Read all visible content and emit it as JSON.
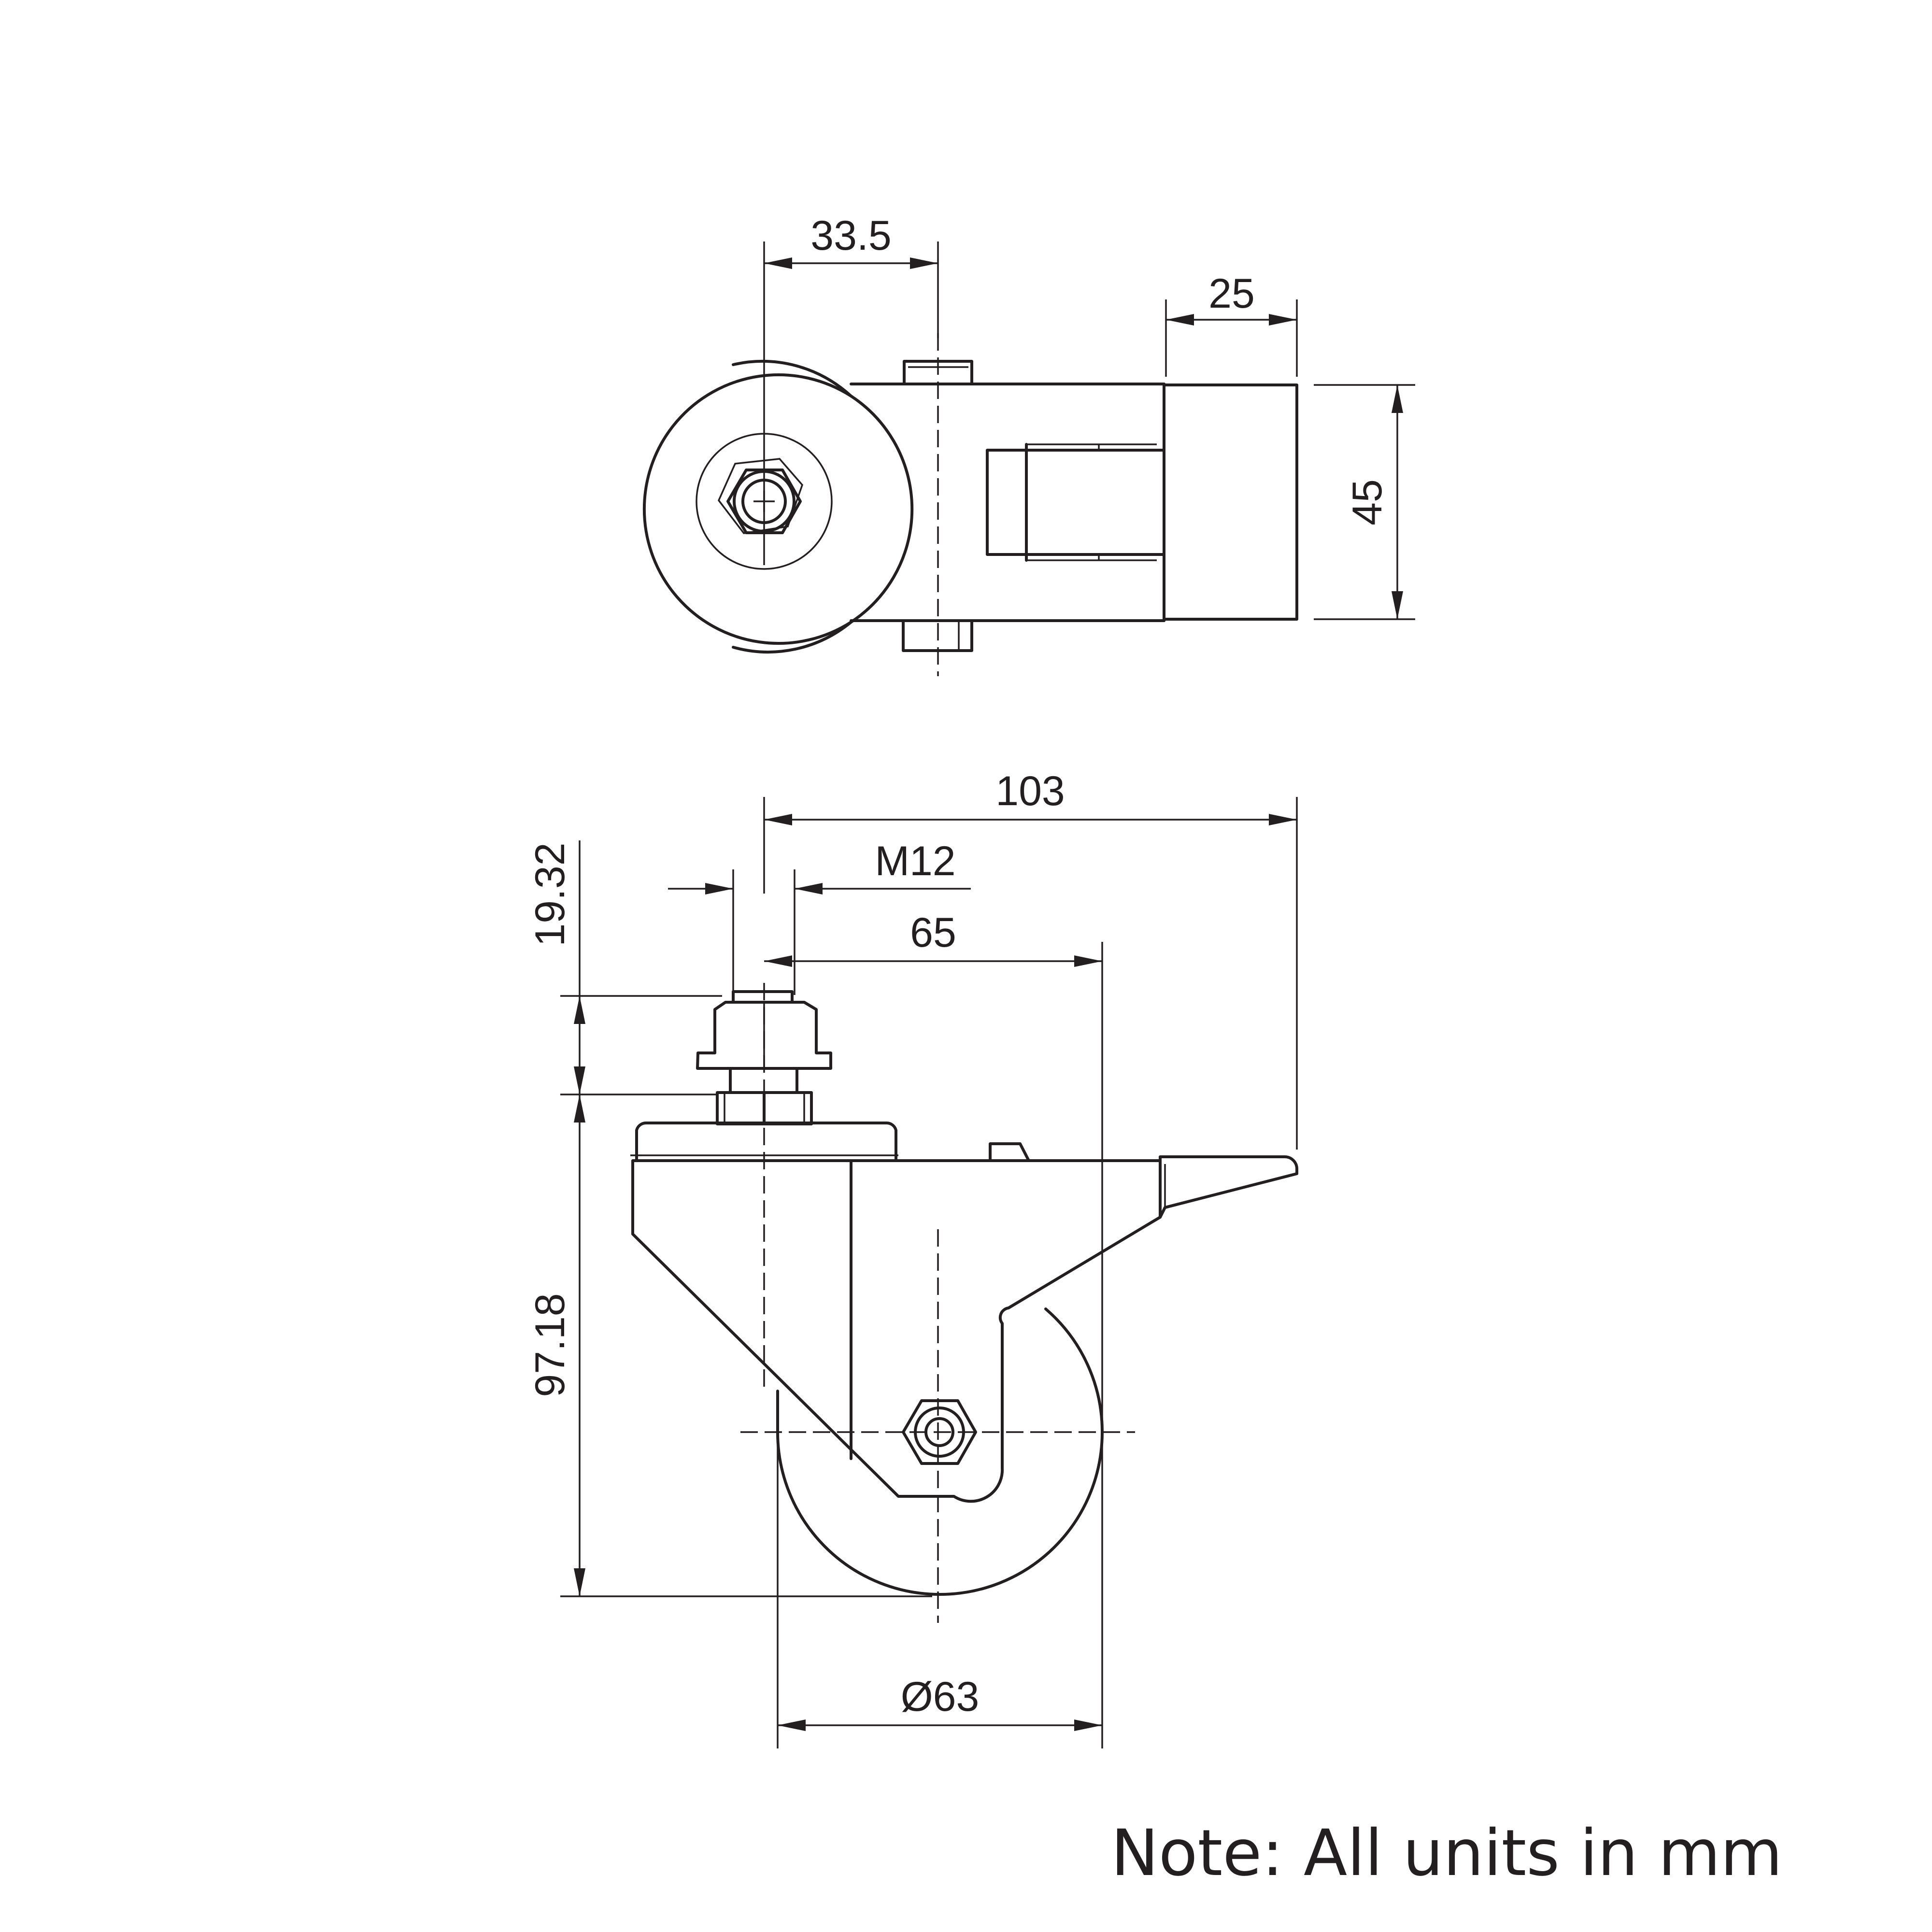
{
  "dimensions": {
    "top_view_offset": "33.5",
    "bracket_width": "25",
    "bracket_height": "45",
    "overall_length": "103",
    "thread": "M12",
    "swivel_offset": "65",
    "stem_height": "19.32",
    "overall_height": "97.18",
    "wheel_diameter": "Ø63"
  },
  "note": "Note: All units in mm"
}
